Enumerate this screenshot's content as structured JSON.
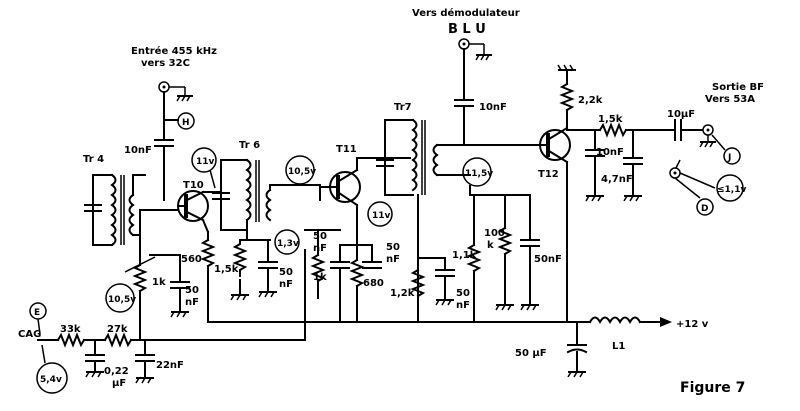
{
  "labels": {
    "input_label": "Entrée 455 kHz",
    "input_sub": "vers 32C",
    "demod_title": "Vers démodulateur",
    "blu": "B L U",
    "output_title": "Sortie BF",
    "output_sub": "Vers 53A",
    "cag": "CAG",
    "plus12": "+12 v",
    "figure": "Figure  7"
  },
  "points": {
    "H": "H",
    "E": "E",
    "J": "J",
    "D": "D"
  },
  "voltages": {
    "v11": "11v",
    "v10_5_a": "10,5v",
    "v1_3": "1,3v",
    "v11_b": "11v",
    "v11_5": "11,5v",
    "v10_5_b": "10,5v",
    "v5_4": "5,4v",
    "v1_1": "≤1,1v"
  },
  "components": {
    "tr4": "Tr 4",
    "tr6": "Tr 6",
    "tr7": "Tr7",
    "t10": "T10",
    "t11": "T11",
    "t12": "T12",
    "c10nf_a": "10nF",
    "c10nf_b": "10nF",
    "c10nf_c": "10nF",
    "c4_7nf": "4,7nF",
    "r560": "560",
    "r1_5k_a": "1,5k",
    "r1k_a": "1k",
    "c50nf_a_1": "50",
    "c50nf_a_2": "nF",
    "c50_a": "50",
    "c50_a_nf": "nF",
    "c50nf_mid_1": "50",
    "c50nf_mid_2": "nF",
    "r1k_b": "1k",
    "c50_b_1": "50",
    "c50_b_2": "nF",
    "r680": "680",
    "r1_2k": "1,2k",
    "c50_c_1": "50",
    "c50_c_2": "nF",
    "r1_1k": "1,1k",
    "r100k_1": "100",
    "r100k_2": "k",
    "c50nf_d": "50nF",
    "r2_2k": "2,2k",
    "r1_5k_b": "1,5k",
    "c10uf": "10µF",
    "r33k": "33k",
    "r27k": "27k",
    "c0_22": "0,22",
    "c0_22_unit": "µF",
    "c22nf": "22nF",
    "c50uf": "50 µF",
    "l1": "L1"
  }
}
